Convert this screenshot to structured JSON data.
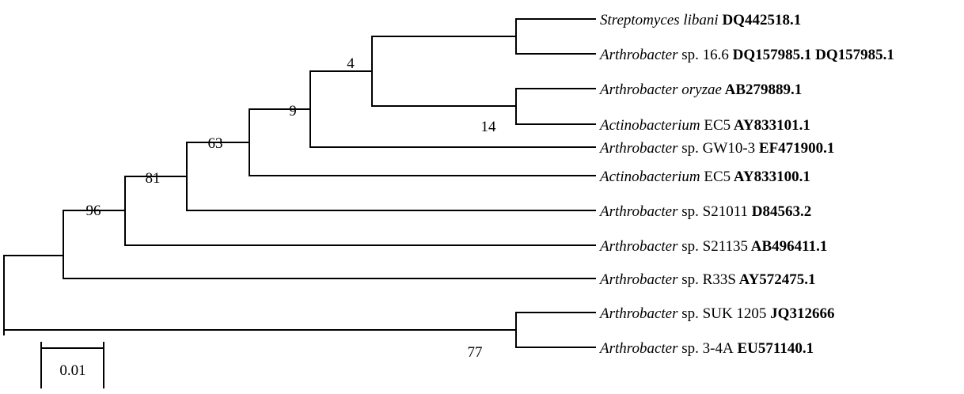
{
  "taxa": [
    {
      "id": "t1",
      "italic": "Streptomyces libani",
      "plain": "",
      "accession": "DQ442518.1"
    },
    {
      "id": "t2",
      "italic": "Arthrobacter",
      "plain": "sp. 16.6",
      "accession": "DQ157985.1 DQ157985.1"
    },
    {
      "id": "t3",
      "italic": "Arthrobacter oryzae",
      "plain": "",
      "accession": "AB279889.1"
    },
    {
      "id": "t4",
      "italic": "Actinobacterium",
      "plain": "EC5",
      "accession": "AY833101.1"
    },
    {
      "id": "t5",
      "italic": "Arthrobacter",
      "plain": "sp. GW10-3",
      "accession": "EF471900.1"
    },
    {
      "id": "t6",
      "italic": "Actinobacterium",
      "plain": "EC5",
      "accession": "AY833100.1"
    },
    {
      "id": "t7",
      "italic": "Arthrobacter",
      "plain": "sp. S21011",
      "accession": "D84563.2"
    },
    {
      "id": "t8",
      "italic": "Arthrobacter",
      "plain": "sp. S21135",
      "accession": "AB496411.1"
    },
    {
      "id": "t9",
      "italic": "Arthrobacter",
      "plain": "sp. R33S",
      "accession": "AY572475.1"
    },
    {
      "id": "t10",
      "italic": "Arthrobacter",
      "plain": "sp. SUK 1205",
      "accession": "JQ312666"
    },
    {
      "id": "t11",
      "italic": "Arthrobacter",
      "plain": "sp. 3-4A",
      "accession": "EU571140.1"
    }
  ],
  "bootstrap": [
    {
      "node": "n4",
      "value": "4"
    },
    {
      "node": "n14",
      "value": "14"
    },
    {
      "node": "n9",
      "value": "9"
    },
    {
      "node": "n63",
      "value": "63"
    },
    {
      "node": "n81",
      "value": "81"
    },
    {
      "node": "n96",
      "value": "96"
    },
    {
      "node": "n77",
      "value": "77"
    }
  ],
  "scale_bar": {
    "label": "0.01"
  }
}
